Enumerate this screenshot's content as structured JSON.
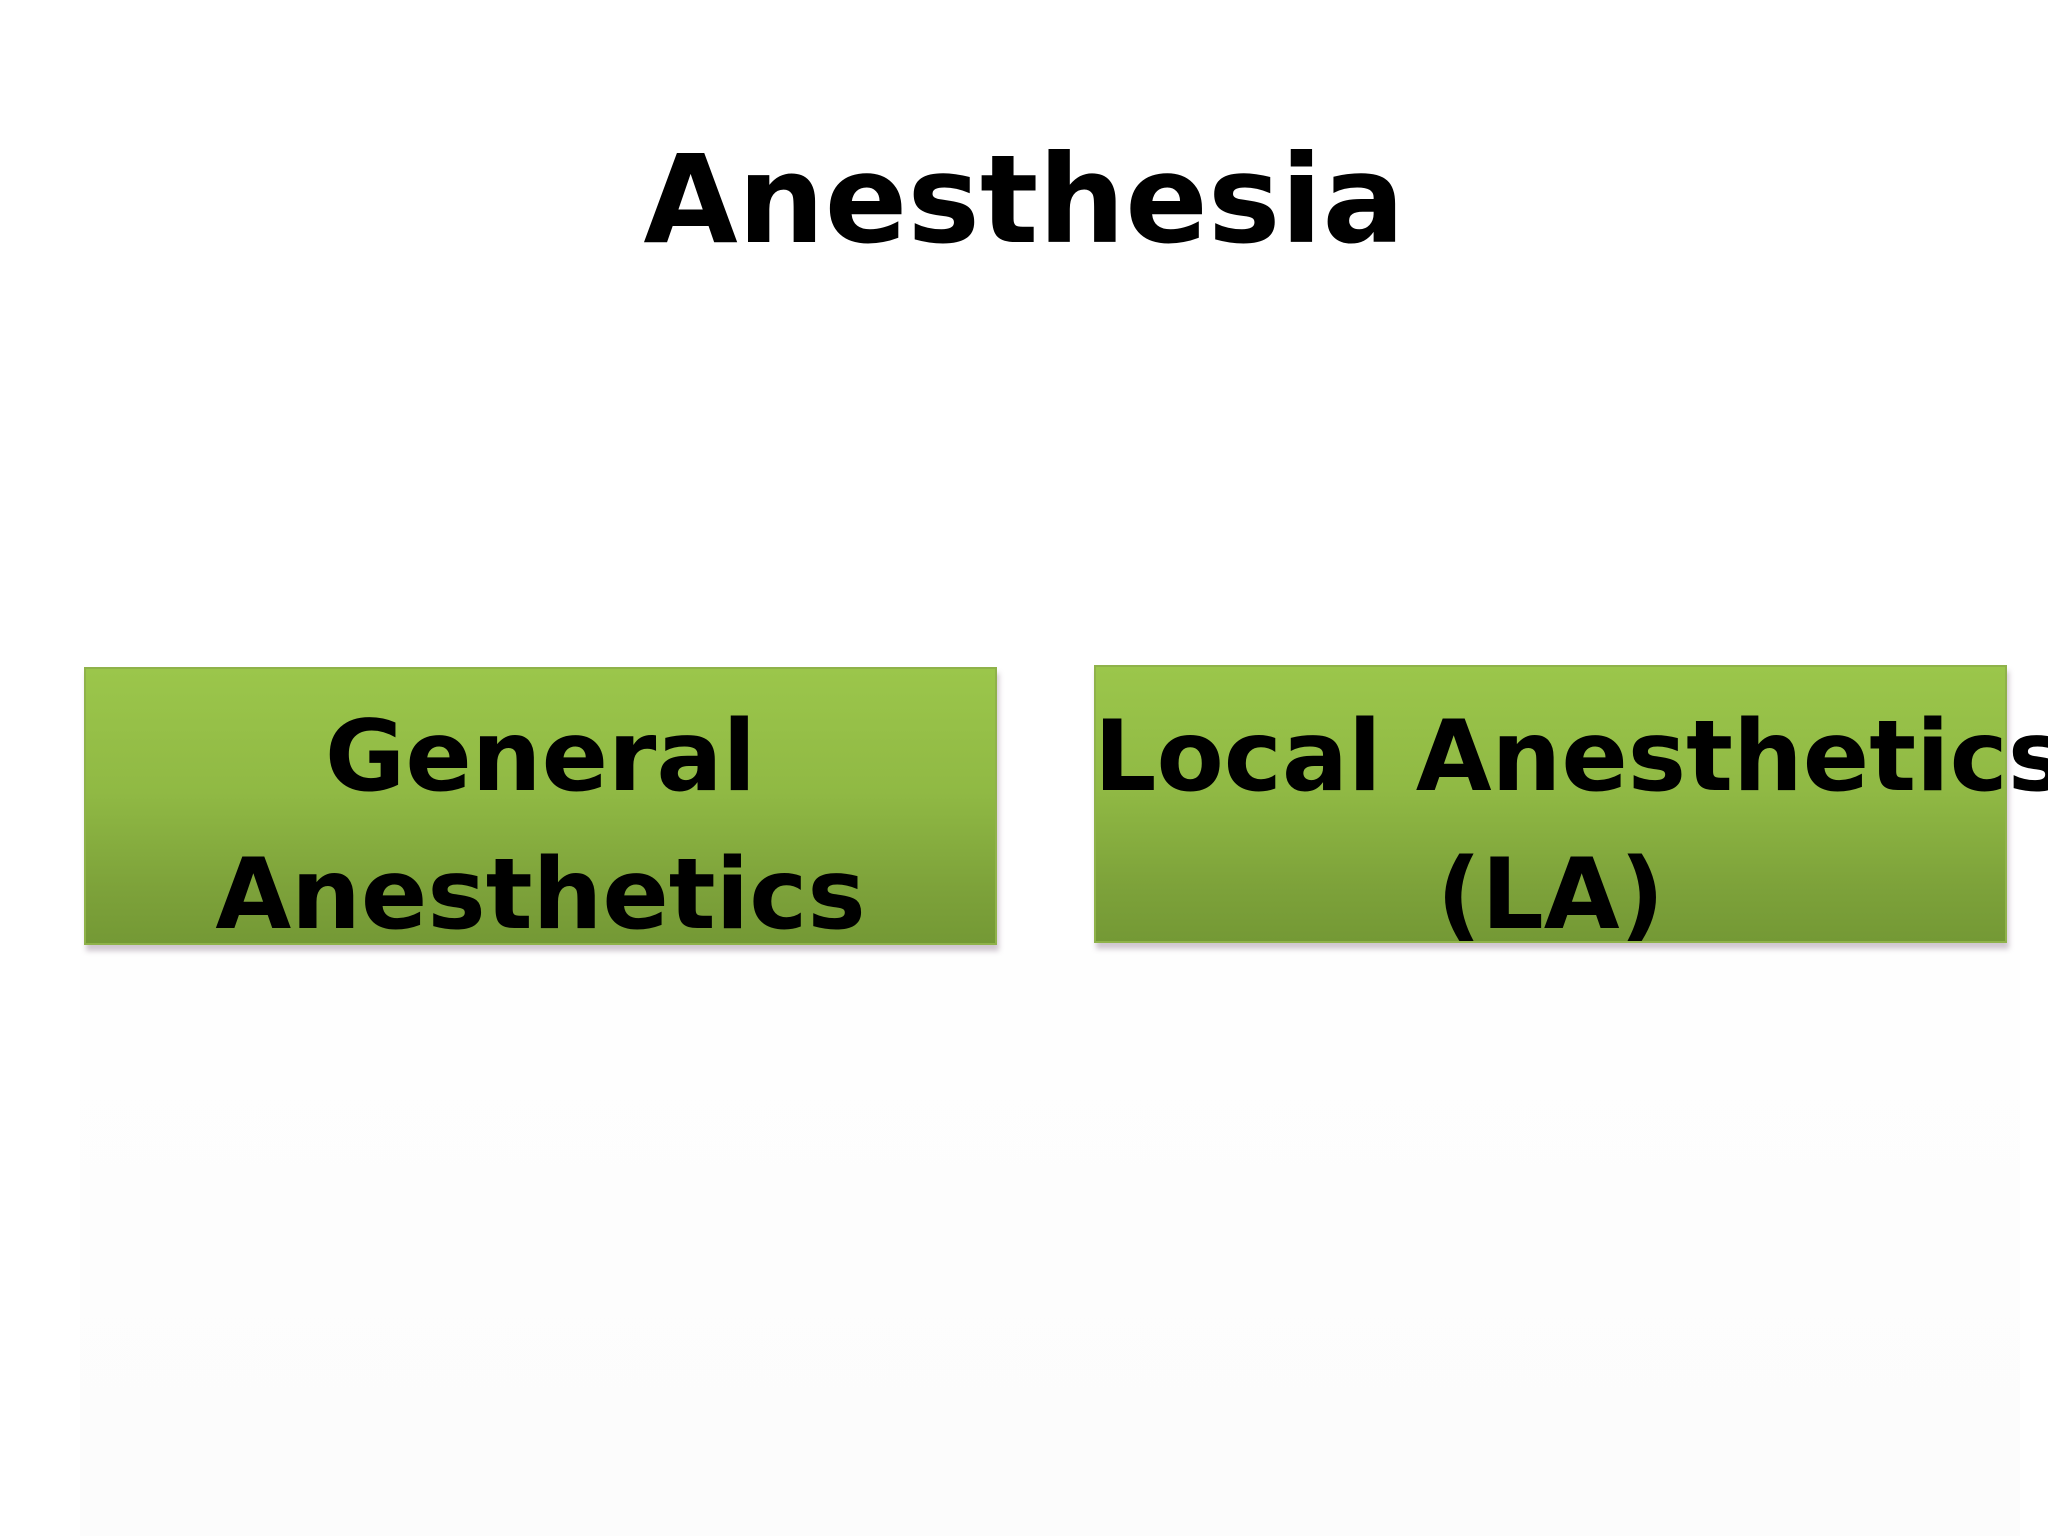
{
  "slide": {
    "title": "Anesthesia"
  },
  "boxes": {
    "general": {
      "line1": "General",
      "line2": "Anesthetics"
    },
    "local": {
      "line1": "Local Anesthetics",
      "line2": "(LA)"
    }
  },
  "colors": {
    "box_fill_top": "#9bc64b",
    "box_fill_bottom": "#749935",
    "text": "#000000",
    "background": "#ffffff"
  }
}
